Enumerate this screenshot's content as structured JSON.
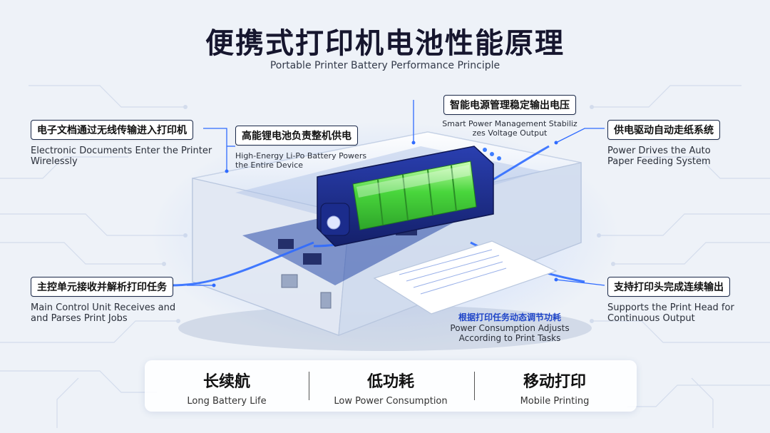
{
  "header": {
    "title": "便携式打印机电池性能原理",
    "subtitle": "Portable Printer Battery Performance Principle"
  },
  "callouts": {
    "wireless": {
      "cn": "电子文档通过无线传输进入打印机",
      "en": "Electronic Documents Enter the Printer\nWirelessly"
    },
    "battery": {
      "cn": "高能锂电池负责整机供电",
      "en": "High-Energy Li-Po Battery Powers\nthe Entire Device"
    },
    "smart_power": {
      "cn": "智能电源管理稳定输出电压",
      "en": "Smart Power Management Stabiliz\nzes Voltage Output"
    },
    "paper_feed": {
      "cn": "供电驱动自动走纸系统",
      "en": "Power Drives the Auto\nPaper Feeding System"
    },
    "main_control": {
      "cn": "主控单元接收并解析打印任务",
      "en": "Main Control Unit Receives and\nand Parses Print Jobs"
    },
    "print_head": {
      "cn": "支持打印头完成连续输出",
      "en": "Supports the Print Head for\nContinuous Output"
    },
    "consumption": {
      "cn": "根据打印任务动态调节功耗",
      "en": "Power Consumption Adjusts\nAccording to Print Tasks"
    }
  },
  "features": [
    {
      "cn": "长续航",
      "en": "Long Battery Life"
    },
    {
      "cn": "低功耗",
      "en": "Low Power Consumption"
    },
    {
      "cn": "移动打印",
      "en": "Mobile Printing"
    }
  ],
  "colors": {
    "battery_green": "#3fd43a",
    "battery_frame": "#1b2c8c",
    "wire_blue": "#2f6bff",
    "accent_blue": "#1f45c8"
  }
}
